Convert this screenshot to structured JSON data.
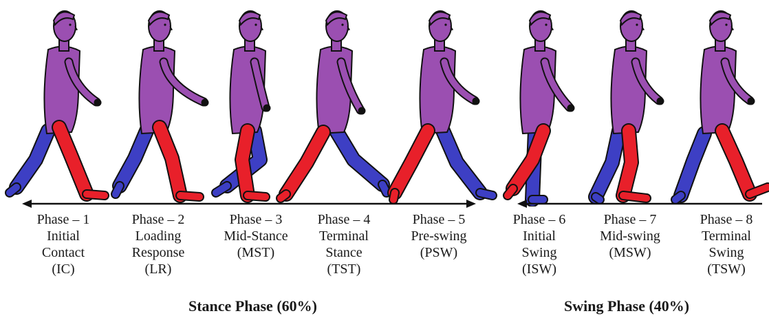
{
  "colors": {
    "torso": "#9b4fb1",
    "leg_front": "#e8202a",
    "leg_back": "#3d3fc4",
    "outline": "#111111"
  },
  "phases": [
    {
      "number": "Phase – 1",
      "lines": [
        "Initial",
        "Contact",
        "(IC)"
      ]
    },
    {
      "number": "Phase – 2",
      "lines": [
        "Loading",
        "Response",
        "(LR)"
      ]
    },
    {
      "number": "Phase – 3",
      "lines": [
        "Mid-Stance",
        "(MST)"
      ]
    },
    {
      "number": "Phase – 4",
      "lines": [
        "Terminal",
        "Stance",
        "(TST)"
      ]
    },
    {
      "number": "Phase – 5",
      "lines": [
        "Pre-swing",
        "(PSW)"
      ]
    },
    {
      "number": "Phase – 6",
      "lines": [
        "Initial",
        "Swing",
        "(ISW)"
      ]
    },
    {
      "number": "Phase – 7",
      "lines": [
        "Mid-swing",
        "(MSW)"
      ]
    },
    {
      "number": "Phase – 8",
      "lines": [
        "Terminal",
        "Swing",
        "(TSW)"
      ]
    }
  ],
  "groups": {
    "stance": "Stance Phase (60%)",
    "swing": "Swing Phase (40%)"
  }
}
